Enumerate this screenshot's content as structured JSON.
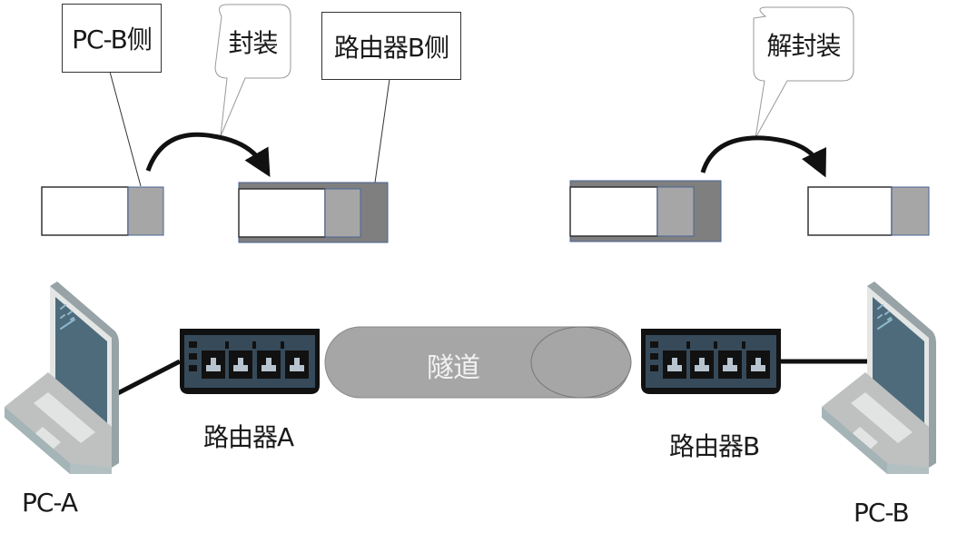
{
  "diagram": {
    "title": "",
    "callouts": {
      "pc_b_side": "PC-B侧",
      "router_b_side": "路由器B侧",
      "encapsulate": "封装",
      "decapsulate": "解封装"
    },
    "tunnel_label": "隧道",
    "nodes": {
      "pc_a": "PC-A",
      "router_a": "路由器A",
      "router_b": "路由器B",
      "pc_b": "PC-B"
    },
    "packets": [
      {
        "name": "original-packet-left",
        "parts": [
          "data",
          "pc-b-header"
        ]
      },
      {
        "name": "encapsulated-packet-left",
        "parts": [
          "data",
          "pc-b-header",
          "router-b-header"
        ]
      },
      {
        "name": "encapsulated-packet-right",
        "parts": [
          "data",
          "pc-b-header",
          "router-b-header"
        ]
      },
      {
        "name": "decapsulated-packet-right",
        "parts": [
          "data",
          "pc-b-header"
        ]
      }
    ],
    "colors": {
      "payload": "#ffffff",
      "inner_header": "#a6a6a6",
      "outer_header": "#7f7f7f",
      "packet_border": "#4a6496",
      "router_body": "#364a5a",
      "tunnel": "#a6a6a6",
      "laptop_screen": "#4e6b7c",
      "laptop_body": "#bfc1c1"
    }
  }
}
